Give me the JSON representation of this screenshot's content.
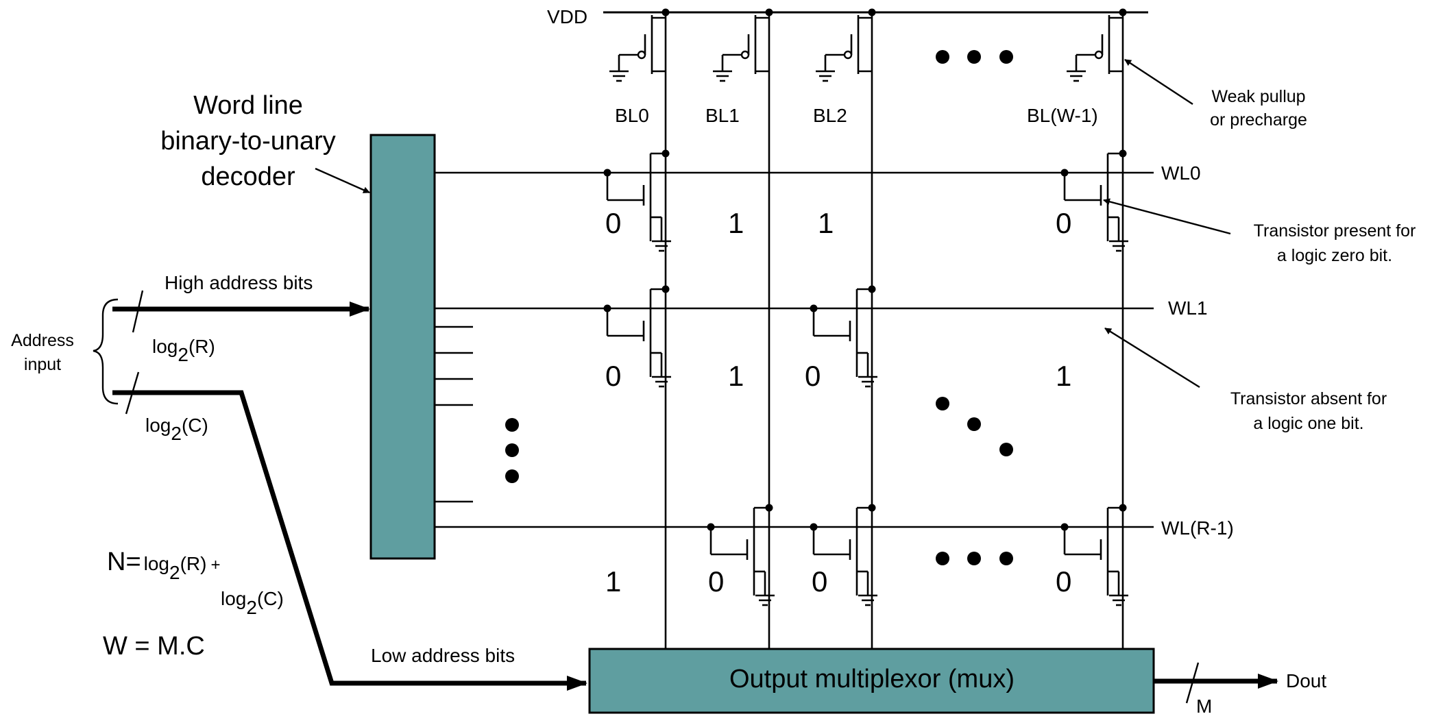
{
  "labels": {
    "vdd": "VDD",
    "decoder_title": [
      "Word line",
      "binary-to-unary",
      "decoder"
    ],
    "high_address_bits": "High address bits",
    "low_address_bits": "Low address bits",
    "address_input": [
      "Address",
      "input"
    ],
    "log2": "log",
    "log_sub": "2",
    "r_arg": "(R)",
    "c_arg": "(C)",
    "n_lhs": "N=",
    "plus": "+",
    "w_eq": "W = M.C",
    "mux": "Output multiplexor (mux)",
    "dout": "Dout",
    "m": "M"
  },
  "bitlines": [
    "BL0",
    "BL1",
    "BL2",
    "BL(W-1)"
  ],
  "wordlines": [
    "WL0",
    "WL1",
    "WL(R-1)"
  ],
  "cells": [
    [
      "0",
      "1",
      "1",
      "0"
    ],
    [
      "0",
      "1",
      "0",
      "1"
    ],
    [
      "1",
      "0",
      "0",
      "0"
    ]
  ],
  "annotations": {
    "pullup": [
      "Weak pullup",
      "or precharge"
    ],
    "zero": [
      "Transistor present for",
      "a logic zero bit."
    ],
    "one": [
      "Transistor absent for",
      "a logic one bit."
    ]
  },
  "colors": {
    "block_fill": "#5f9ea0",
    "line": "#000000"
  }
}
